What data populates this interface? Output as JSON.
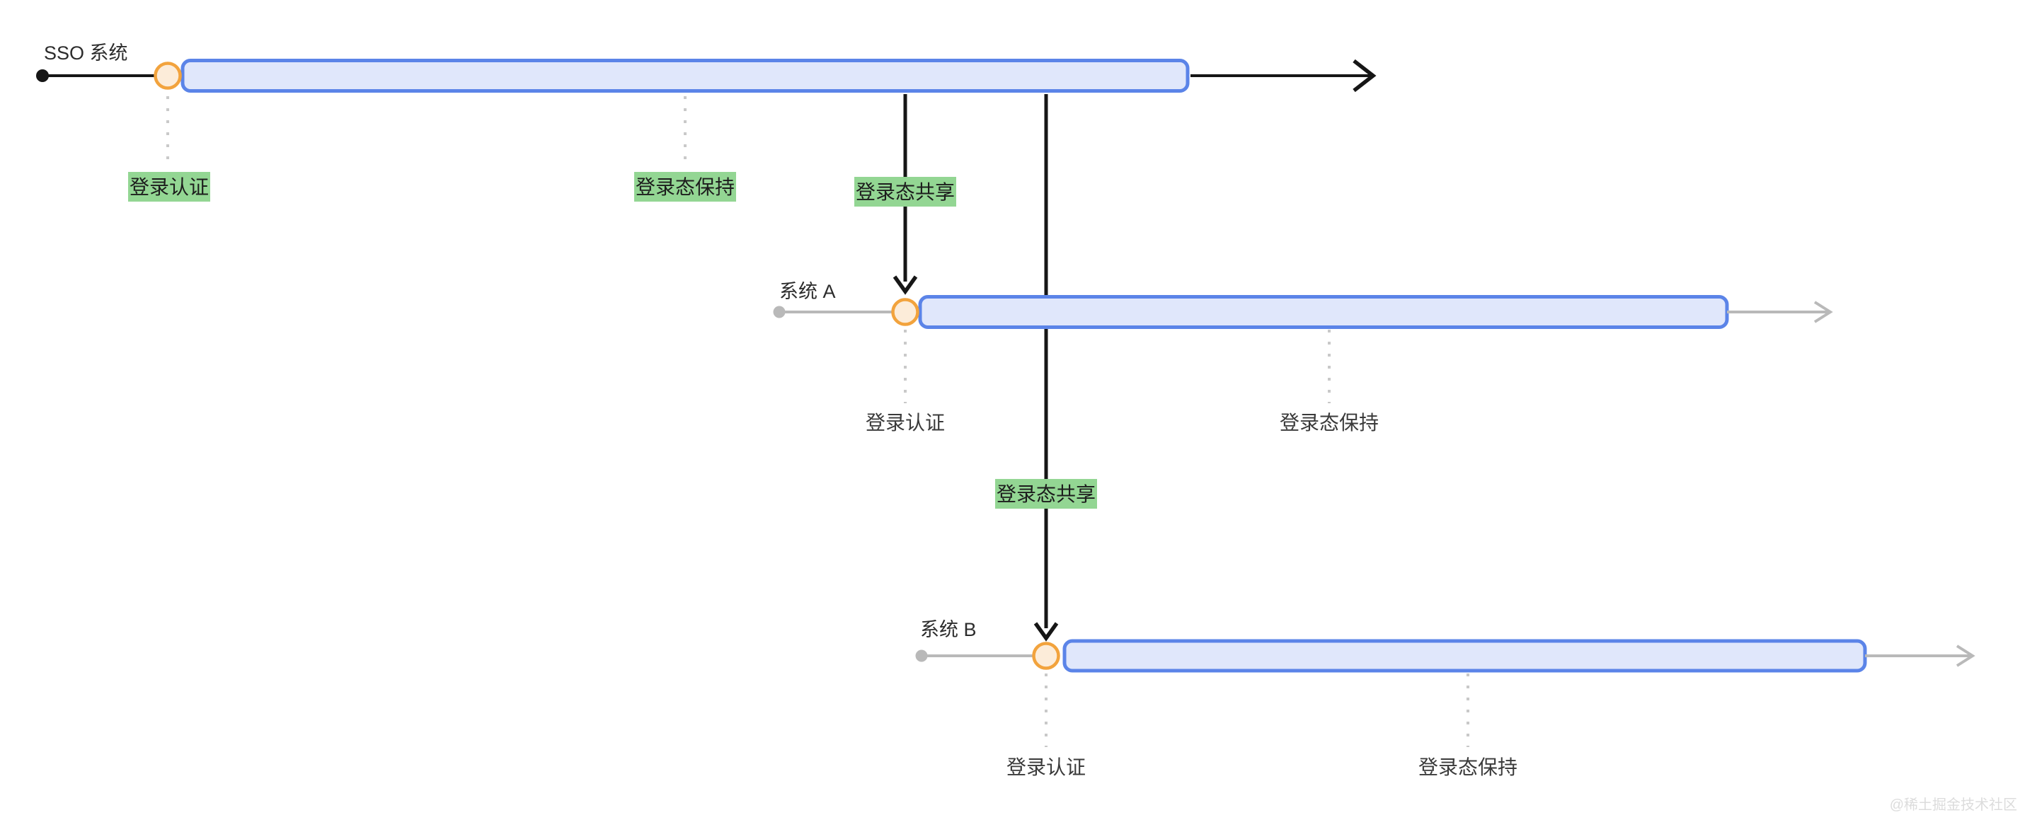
{
  "colors": {
    "black": "#161616",
    "bar_fill": "#e0e7fb",
    "bar_border": "#5b84e8",
    "circle_fill": "#fcecd9",
    "circle_border": "#f2a33d",
    "highlight_bg": "#93d693",
    "highlight_text": "#1d1d1d",
    "gray_line": "#b9b9b9",
    "dotted_line": "#c9c9c9",
    "title_text": "#2c2c2c",
    "note_text": "#3a3a3a",
    "watermark_text": "#dcdcdc",
    "background": "#ffffff"
  },
  "sso": {
    "title": "SSO 系统",
    "auth_label": "登录认证",
    "keep_label": "登录态保持",
    "share_label": "登录态共享"
  },
  "system_a": {
    "title": "系统 A",
    "auth_label": "登录认证",
    "keep_label": "登录态保持"
  },
  "system_b": {
    "title": "系统 B",
    "share_label": "登录态共享",
    "auth_label": "登录认证",
    "keep_label": "登录态保持"
  },
  "watermark": "@稀土掘金技术社区"
}
